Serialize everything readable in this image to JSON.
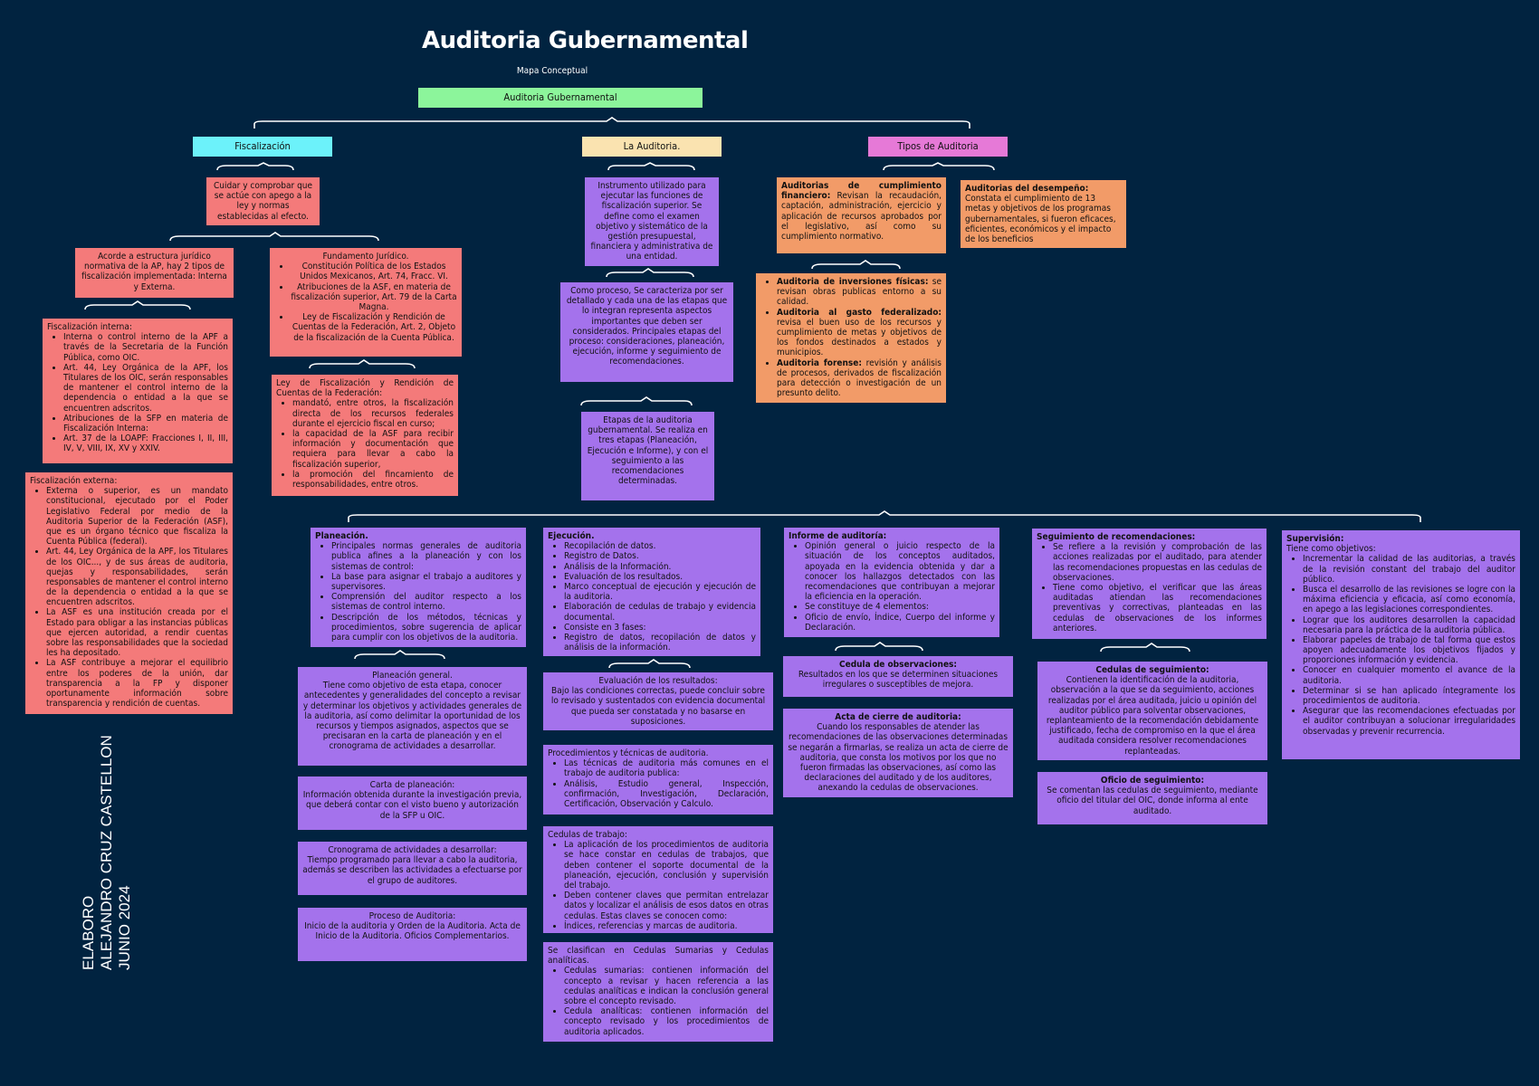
{
  "title": "Auditoria Gubernamental",
  "subtitle": "Mapa Conceptual",
  "root": "Auditoria Gubernamental",
  "colors": {
    "background": "#012340",
    "root": "#8CF59B",
    "fiscalizacion": "#6CF2FA",
    "auditoria": "#FAE3B0",
    "tipos": "#E679D7",
    "red": "#F47A7A",
    "purple": "#A472EC",
    "orange": "#F29B68"
  },
  "fiscalizacion": {
    "label": "Fiscalización",
    "def": "Cuidar y comprobar que se actúe con apego a la ley y normas establecidas al efecto.",
    "tipos": "Acorde a estructura jurídico normativa de la AP, hay 2 tipos de fiscalización implementada: Interna y Externa.",
    "interna": {
      "title": "Fiscalización interna:",
      "items": [
        "Interna o control interno de la APF a través de la Secretaria de la Función Pública, como OIC.",
        "Art. 44, Ley Orgánica de la APF, los Titulares de los OIC, serán responsables de mantener el control interno de la dependencia o entidad a la que se encuentren adscritos.",
        "Atribuciones de la SFP en materia de Fiscalización Interna:",
        "Art. 37 de la LOAPF: Fracciones I, II, III, IV, V, VIII, IX, XV y XXIV."
      ]
    },
    "externa": {
      "title": "Fiscalización externa:",
      "items": [
        "Externa o superior, es un mandato constitucional, ejecutado por el Poder Legislativo Federal por medio de la Auditoria Superior de la Federación (ASF), que es un órgano técnico que fiscaliza la Cuenta Pública (federal).",
        "Art. 44, Ley Orgánica de la APF, los Titulares de los OIC..., y de sus áreas de auditoria, quejas y responsabilidades, serán responsables de mantener el control interno de la dependencia o entidad a la que se encuentren adscritos.",
        "La ASF es una institución creada por el Estado para obligar a las instancias públicas que ejercen autoridad, a rendir cuentas sobre las responsabilidades que la sociedad les ha depositado.",
        "La ASF contribuye a mejorar el equilibrio entre los poderes de la unión, dar transparencia a la FP y disponer oportunamente información sobre transparencia y rendición de cuentas."
      ]
    },
    "fundamento": {
      "title": "Fundamento Jurídico.",
      "items": [
        "Constitución Política de los Estados Unidos Mexicanos, Art. 74, Fracc. VI.",
        "Atribuciones de la ASF, en materia de fiscalización superior, Art. 79 de la Carta Magna.",
        "Ley de Fiscalización y Rendición de Cuentas de la Federación, Art. 2, Objeto de la fiscalización de la Cuenta Pública."
      ]
    },
    "ley": {
      "title": "Ley de Fiscalización y Rendición de Cuentas de la Federación:",
      "items": [
        "mandató, entre otros, la fiscalización directa de los recursos federales durante el ejercicio fiscal en curso;",
        "la capacidad de la ASF para recibir información y documentación que requiera para llevar a cabo la fiscalización superior,",
        "la promoción del fincamiento de responsabilidades, entre otros."
      ]
    }
  },
  "laAuditoria": {
    "label": "La Auditoria.",
    "def": "Instrumento utilizado para ejecutar las funciones de fiscalización superior. Se define como el examen objetivo y sistemático de la gestión presupuestal, financiera y administrativa de una entidad.",
    "proceso": "Como proceso, Se caracteriza por ser detallado y cada una de las etapas que lo integran representa aspectos importantes que deben ser considerados. Principales etapas del proceso: consideraciones, planeación, ejecución, informe y seguimiento de recomendaciones.",
    "etapas": "Etapas de la auditoria gubernamental. Se realiza en tres etapas (Planeación, Ejecución e Informe), y con el seguimiento a las recomendaciones determinadas."
  },
  "tipos": {
    "label": "Tipos de Auditoria",
    "cumplimiento": {
      "title": "Auditorias de cumplimiento financiero:",
      "text": "Revisan la recaudación, captación, administración, ejercicio y aplicación de recursos aprobados por el legislativo, así como su cumplimiento normativo."
    },
    "desempeno": {
      "title": "Auditorias del desempeño:",
      "text": "Constata el cumplimiento de 13 metas y objetivos de los programas gubernamentales, si fueron eficaces, eficientes, económicos y el impacto de los beneficios"
    },
    "sub": [
      {
        "title": "Auditoria de inversiones físicas:",
        "text": "se revisan obras publicas entorno a su calidad."
      },
      {
        "title": "Auditoria al gasto federalizado:",
        "text": "revisa el buen uso de los recursos y cumplimiento de metas y objetivos de los fondos destinados a estados y municipios."
      },
      {
        "title": "Auditoria forense:",
        "text": "revisión y análisis de procesos, derivados de fiscalización para detección o investigación de un presunto delito."
      }
    ]
  },
  "planeacion": {
    "title": "Planeación.",
    "items": [
      "Principales normas generales de auditoria publica afines a la planeación y con los sistemas de control:",
      "La base para asignar el trabajo a auditores y supervisores.",
      "Comprensión del auditor respecto a los sistemas de control interno.",
      "Descripción de los métodos, técnicas y procedimientos, sobre sugerencia de aplicar para cumplir con los objetivos de la auditoria."
    ],
    "general": {
      "title": "Planeación general.",
      "text": "Tiene como objetivo de esta etapa, conocer antecedentes y generalidades del concepto a revisar y determinar los objetivos y actividades generales de la auditoria, así como delimitar la oportunidad de los recursos y tiempos asignados, aspectos que se precisaran en la carta de planeación y en el cronograma de actividades a desarrollar."
    },
    "carta": {
      "title": "Carta de planeación:",
      "text": "Información obtenida durante la investigación previa, que deberá contar con el visto bueno y autorización de la SFP u OIC."
    },
    "cronograma": {
      "title": "Cronograma de actividades a desarrollar:",
      "text": "Tiempo programado para llevar a cabo la auditoria, además se describen las actividades a efectuarse por el grupo de auditores."
    },
    "procesoAud": {
      "title": "Proceso de Auditoria:",
      "text": "Inicio de la auditoria y Orden de la Auditoria. Acta de Inicio de la Auditoria. Oficios Complementarios."
    }
  },
  "ejecucion": {
    "title": "Ejecución.",
    "items": [
      "Recopilación de datos.",
      "Registro de Datos.",
      "Análisis de la Información.",
      "Evaluación de los resultados.",
      "Marco conceptual de ejecución y ejecución de la auditoria.",
      "Elaboración de cedulas de trabajo y evidencia documental.",
      "Consiste en 3 fases:",
      "Registro de datos, recopilación de datos y análisis de la información."
    ],
    "evaluacion": {
      "title": "Evaluación de los resultados:",
      "text": "Bajo las condiciones correctas, puede concluir sobre lo revisado y sustentados con evidencia documental que pueda ser constatada y no basarse en suposiciones."
    },
    "procedimientos": {
      "title": "Procedimientos y técnicas de auditoria.",
      "items": [
        "Las técnicas de auditoria más comunes en el trabajo de auditoria publica:",
        "Análisis, Estudio general, Inspección, confirmación, Investigación, Declaración, Certificación, Observación y Calculo."
      ]
    },
    "cedulas": {
      "title": "Cedulas de trabajo:",
      "items": [
        "La aplicación de los procedimientos de auditoria se hace constar en cedulas de trabajos, que deben contener el soporte documental de la planeación, ejecución, conclusión y supervisión del trabajo.",
        "Deben contener claves que permitan entrelazar datos y localizar el análisis de esos datos en otras cedulas. Estas claves se conocen como:",
        "Índices, referencias y marcas de auditoria."
      ]
    },
    "clasifican": {
      "title": "Se clasifican en Cedulas Sumarias y Cedulas analíticas.",
      "items": [
        "Cedulas sumarias: contienen información del concepto a revisar y hacen referencia a las cedulas analíticas e indican la conclusión general sobre el concepto revisado.",
        "Cedula analíticas: contienen información del concepto revisado y los procedimientos de auditoria aplicados."
      ]
    }
  },
  "informe": {
    "title": "Informe de auditoría:",
    "items": [
      "Opinión general o juicio respecto de la situación de los conceptos auditados, apoyada en la evidencia obtenida y dar a conocer los hallazgos detectados con las recomendaciones que contribuyan a mejorar la eficiencia en la operación.",
      "Se constituye de 4 elementos:",
      "Oficio de envío, Índice, Cuerpo del informe y Declaración."
    ],
    "cedulaObs": {
      "title": "Cedula de observaciones:",
      "text": "Resultados en los que se determinen situaciones irregulares o susceptibles de mejora."
    },
    "actaCierre": {
      "title": "Acta de cierre de auditoria:",
      "text": "Cuando los responsables de atender las recomendaciones de las observaciones determinadas se negarán a firmarlas, se realiza un acta de cierre de auditoria, que consta los motivos por los que no fueron firmadas las observaciones, así como las declaraciones del auditado y de los auditores, anexando la cedulas de observaciones."
    }
  },
  "seguimiento": {
    "title": "Seguimiento de recomendaciones:",
    "items": [
      "Se refiere a la revisión y comprobación de las acciones realizadas por el auditado, para atender las recomendaciones propuestas en las cedulas de observaciones.",
      "Tiene como objetivo, el verificar que las áreas auditadas atiendan las recomendaciones preventivas y correctivas, planteadas en las cedulas de observaciones de los informes anteriores."
    ],
    "cedulasSeg": {
      "title": "Cedulas de seguimiento:",
      "text": "Contienen la identificación de la auditoria, observación a la que se da seguimiento, acciones realizadas por el área auditada, juicio u opinión del auditor público para solventar observaciones, replanteamiento de la recomendación debidamente justificado, fecha de compromiso en la que el área auditada considera resolver recomendaciones replanteadas."
    },
    "oficioSeg": {
      "title": "Oficio de seguimiento:",
      "text": "Se comentan las cedulas de seguimiento, mediante oficio del titular del OIC, donde informa al ente auditado."
    }
  },
  "supervision": {
    "title": "Supervisión:",
    "subtitle": "Tiene como objetivos:",
    "items": [
      "Incrementar la calidad de las auditorias, a través de la revisión constant del trabajo del auditor público.",
      "Busca el desarrollo de las revisiones se logre con la máxima eficiencia y eficacia, así como economía, en apego a las legislaciones correspondientes.",
      "Lograr que los auditores desarrollen la capacidad necesaria para la práctica de la auditoria pública.",
      "Elaborar papeles de trabajo de tal forma que estos apoyen adecuadamente los objetivos fijados y proporciones información y evidencia.",
      "Conocer en cualquier momento el avance de la auditoria.",
      "Determinar si se han aplicado íntegramente los procedimientos de auditoria.",
      "Asegurar que las recomendaciones efectuadas por el auditor contribuyan a solucionar irregularidades observadas y prevenir recurrencia."
    ]
  },
  "author": {
    "line1": "ELABORO",
    "line2": "ALEJANDRO CRUZ CASTELLON",
    "line3": "JUNIO 2024"
  }
}
